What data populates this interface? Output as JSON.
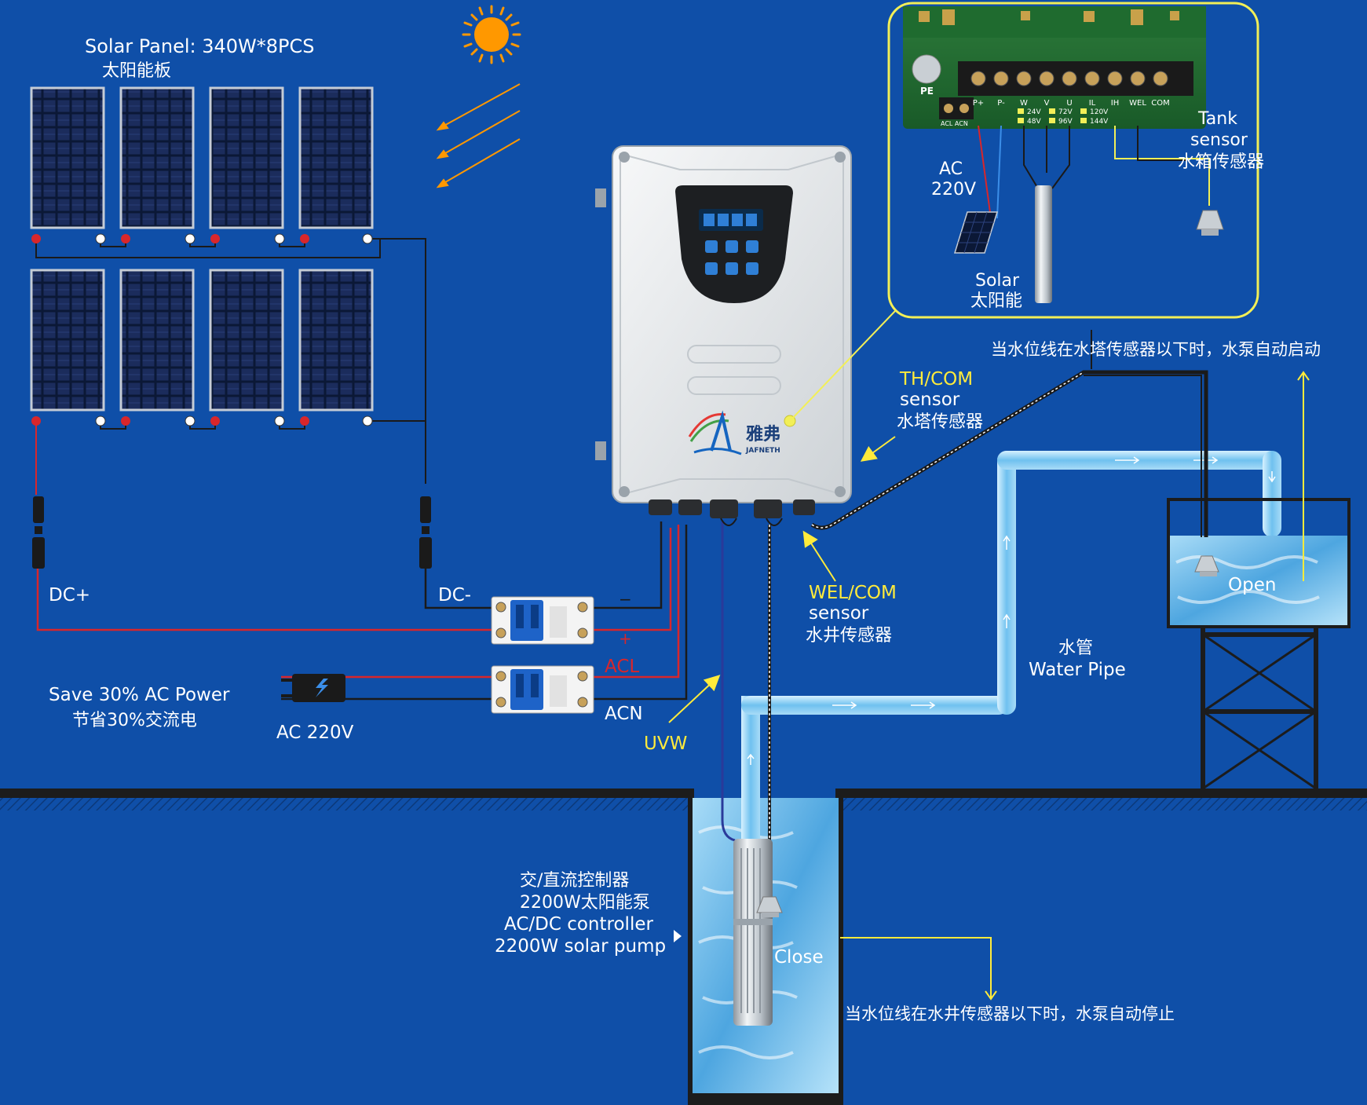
{
  "colors": {
    "background": "#0f4fa8",
    "white_text": "#ffffff",
    "yellow_text": "#ffeb3b",
    "wire_red": "#d8262b",
    "wire_black": "#1a1a1a",
    "water": "#7ec6f0",
    "sun": "#ff9800",
    "inset_border": "#f2ef57"
  },
  "solar": {
    "title": "Solar Panel: 340W*8PCS",
    "title_cn": "太阳能板",
    "dc_plus": "DC+",
    "dc_minus": "DC-"
  },
  "breakers": {
    "plus": "+",
    "minus": "−"
  },
  "ac": {
    "save_en": "Save 30% AC Power",
    "save_cn": "节省30%交流电",
    "supply": "AC 220V",
    "acl": "ACL",
    "acn": "ACN"
  },
  "uvw": "UVW",
  "controller": {
    "brand_cn": "雅弗",
    "brand_en": "JAFNETH"
  },
  "inset": {
    "ac_label": "AC",
    "ac_voltage": "220V",
    "solar_en": "Solar",
    "solar_cn": "太阳能",
    "tank_line1": "Tank",
    "tank_line2": "sensor",
    "tank_cn": "水箱传感器",
    "pe": "PE",
    "acl_acn": "ACL  ACN",
    "terminals": [
      "P+",
      "P-",
      "W",
      "V",
      "U",
      "IL",
      "IH",
      "WEL",
      "COM"
    ],
    "voltages": [
      "24V",
      "72V",
      "120V",
      "48V",
      "96V",
      "144V"
    ]
  },
  "tower_sensor": {
    "title": "TH/COM",
    "line2": "sensor",
    "cn": "水塔传感器",
    "start_note": "当水位线在水塔传感器以下时，水泵自动启动"
  },
  "well_sensor": {
    "title": "WEL/COM",
    "line2": "sensor",
    "cn": "水井传感器",
    "stop_note": "当水位线在水井传感器以下时，水泵自动停止"
  },
  "pipe": {
    "cn": "水管",
    "en": "Water Pipe"
  },
  "tank": {
    "open": "Open"
  },
  "well": {
    "close": "Close"
  },
  "pump": {
    "cn1": "交/直流控制器",
    "cn2": "2200W太阳能泵",
    "en1": "AC/DC controller",
    "en2": "2200W solar pump"
  }
}
